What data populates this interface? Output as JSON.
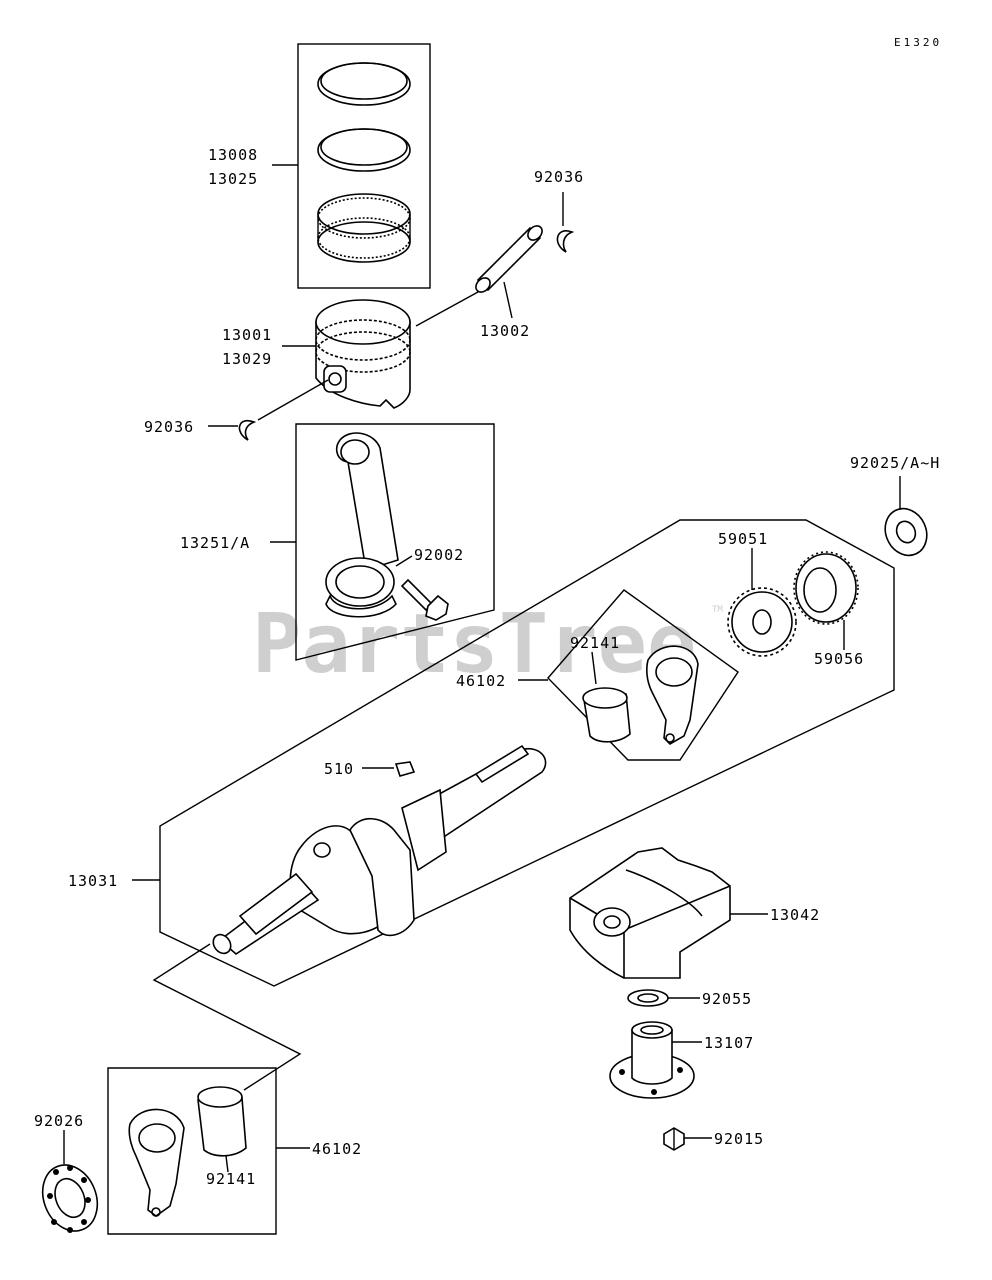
{
  "diagram_code": "E1320",
  "watermark": "PartsTree",
  "watermark_tm": "TM",
  "labels": {
    "l13008": "13008",
    "l13025": "13025",
    "l92036_top": "92036",
    "l13001": "13001",
    "l13029": "13029",
    "l13002": "13002",
    "l92036_left": "92036",
    "l92025": "92025/A~H",
    "l13251": "13251/A",
    "l92002": "92002",
    "l59051": "59051",
    "l59056": "59056",
    "l92141_upper": "92141",
    "l46102_upper": "46102",
    "l510": "510",
    "l13031": "13031",
    "l13042": "13042",
    "l92055": "92055",
    "l13107": "13107",
    "l92015": "92015",
    "l92026": "92026",
    "l92141_lower": "92141",
    "l46102_lower": "46102"
  }
}
